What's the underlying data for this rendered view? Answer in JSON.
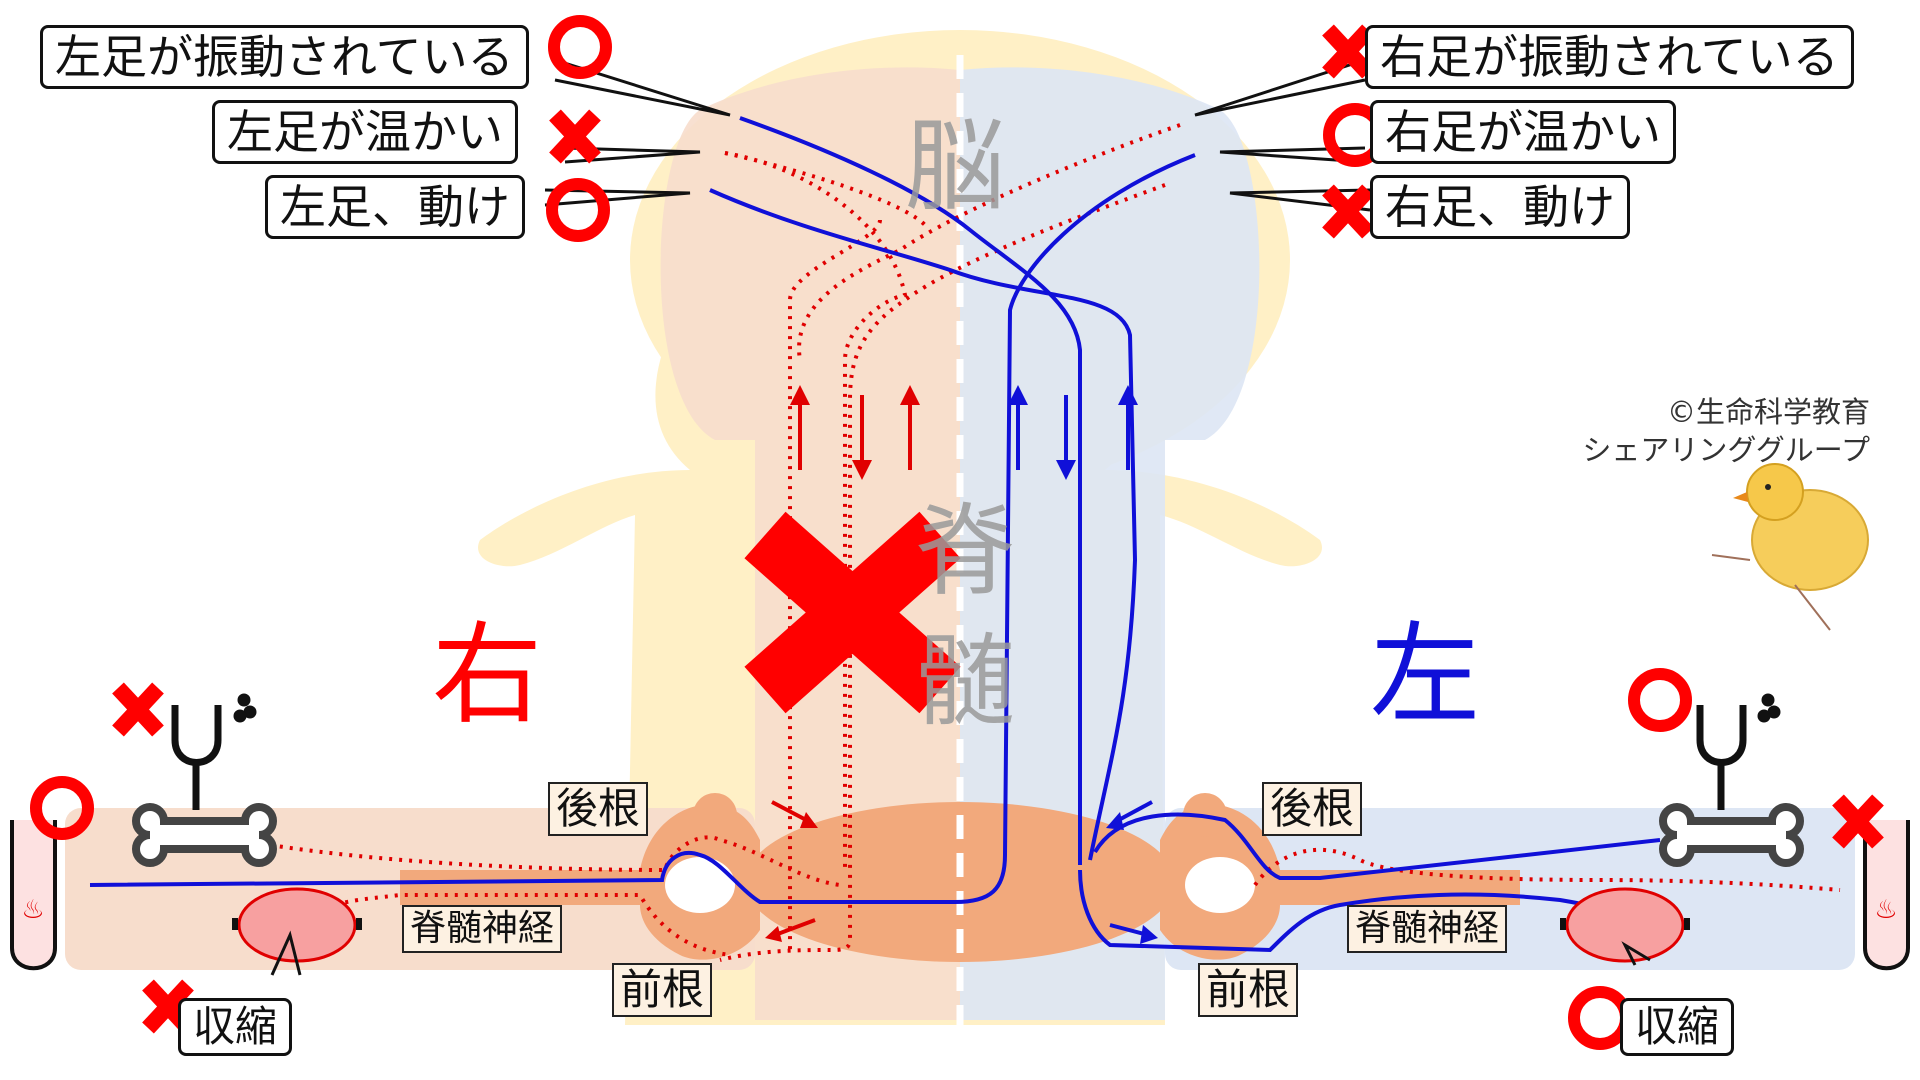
{
  "labels": {
    "left_vibration": "左足が振動されている",
    "left_warm": "左足が温かい",
    "left_move": "左足、動け",
    "right_vibration": "右足が振動されている",
    "right_warm": "右足が温かい",
    "right_move": "右足、動け"
  },
  "center": {
    "brain": "脳",
    "spinal_1": "脊",
    "spinal_2": "髄"
  },
  "sides": {
    "right": "右",
    "left": "左"
  },
  "boxes": {
    "dorsal_root_right": "後根",
    "dorsal_root_left": "後根",
    "ventral_root_right": "前根",
    "ventral_root_left": "前根",
    "spinal_nerve_right": "脊髄神経",
    "spinal_nerve_left": "脊髄神経",
    "contract_right": "収縮",
    "contract_left": "収縮"
  },
  "credit": {
    "line1": "©生命科学教育",
    "line2": "シェアリンググループ"
  },
  "colors": {
    "red": "#ff0000",
    "blue": "#1010d8",
    "right_region": "#f7ddcc",
    "left_region": "#dde6f4",
    "cord": "#fff0c6",
    "gray_matter": "#f2a97c"
  }
}
